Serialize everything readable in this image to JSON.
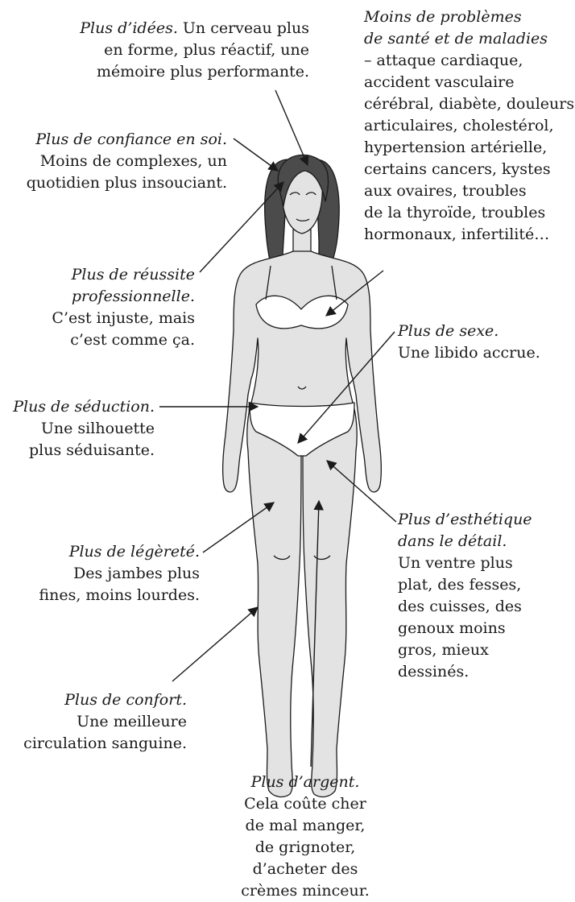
{
  "annotations": {
    "idees": {
      "title": "Plus d’idées.",
      "lines": [
        "Un cerveau plus",
        "en forme, plus réactif, une",
        "mémoire plus performante."
      ]
    },
    "sante": {
      "title_lines": [
        "Moins de problèmes",
        "de santé et de maladies"
      ],
      "lines": [
        "– attaque cardiaque,",
        "accident vasculaire",
        "cérébral, diabète, douleurs",
        "articulaires, cholestérol,",
        "hypertension artérielle,",
        "certains cancers, kystes",
        "aux ovaires, troubles",
        "de la thyroïde, troubles",
        "hormonaux, infertilité…"
      ]
    },
    "confiance": {
      "title": "Plus de confiance en soi.",
      "lines": [
        "Moins de complexes, un",
        "quotidien plus insouciant."
      ]
    },
    "reussite": {
      "title_lines": [
        "Plus de réussite",
        "professionnelle."
      ],
      "lines": [
        "C’est injuste, mais",
        "c’est comme ça."
      ]
    },
    "sexe": {
      "title": "Plus de sexe.",
      "lines": [
        "Une libido accrue."
      ]
    },
    "seduction": {
      "title": "Plus de séduction.",
      "lines": [
        "Une silhouette",
        "plus séduisante."
      ]
    },
    "legerete": {
      "title": "Plus de légèreté.",
      "lines": [
        "Des jambes plus",
        "fines, moins lourdes."
      ]
    },
    "esthetique": {
      "title_lines": [
        "Plus d’esthétique",
        "dans le détail."
      ],
      "lines": [
        "Un ventre plus",
        "plat, des fesses,",
        "des cuisses, des",
        "genoux moins",
        "gros, mieux",
        "dessinés."
      ]
    },
    "confort": {
      "title": "Plus de confort.",
      "lines": [
        "Une meilleure",
        "circulation sanguine."
      ]
    },
    "argent": {
      "title": "Plus d’argent.",
      "lines": [
        "Cela coûte cher",
        "de mal manger,",
        "de grignoter,",
        "d’acheter des",
        "crèmes minceur."
      ]
    }
  },
  "colors": {
    "skin": "#e3e3e3",
    "hair": "#4b4b4b",
    "underwear": "#ffffff",
    "ink": "#1a1a1a"
  }
}
